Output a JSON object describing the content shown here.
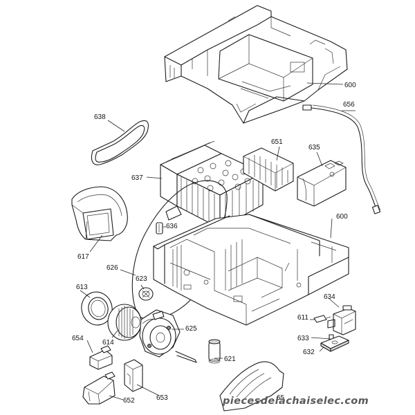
{
  "callouts": {
    "p600a": "600",
    "p656": "656",
    "p638": "638",
    "p651": "651",
    "p635": "635",
    "p637": "637",
    "p600b": "600",
    "p636": "636",
    "p617": "617",
    "p626": "626",
    "p623": "623",
    "p613": "613",
    "p634": "634",
    "p611": "611",
    "p625": "625",
    "p633": "633",
    "p654": "654",
    "p614": "614",
    "p632": "632",
    "p621": "621",
    "p653": "653",
    "p652": "652",
    "p655": "65"
  },
  "watermark": "piecesdelachaiselec.com",
  "colors": {
    "line": "#1a1a1a",
    "text": "#111111",
    "watermark": "#5a5a5a"
  }
}
